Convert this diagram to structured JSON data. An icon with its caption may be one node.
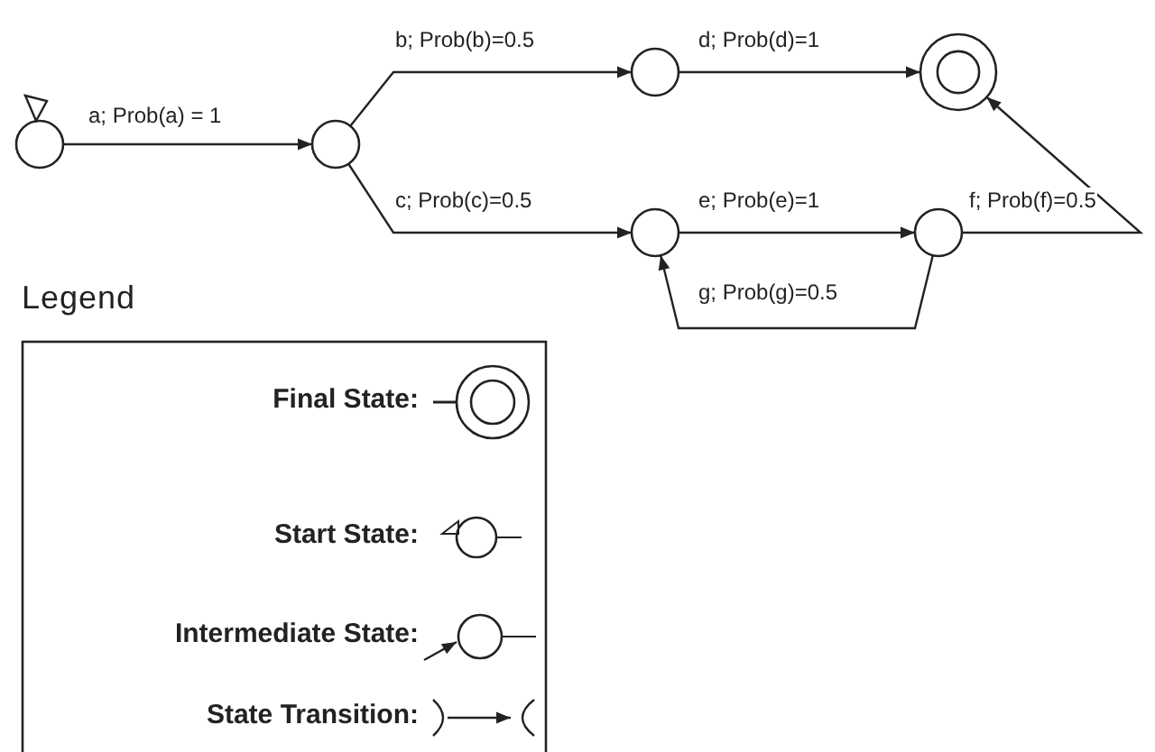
{
  "diagram": {
    "nodes": [
      {
        "text": [],
        "shape": "circle"
      },
      {
        "text": [],
        "shape": "circle"
      },
      {
        "text": [],
        "shape": "circle"
      },
      {
        "text": [],
        "shape": "circle"
      },
      {
        "text": [],
        "shape": "circle"
      },
      {
        "text": [],
        "shape": "circle"
      }
    ],
    "edges": [
      {
        "from": 0,
        "to": 1,
        "arrow": "to",
        "label": "a; Prob(a) = 1"
      },
      {
        "from": 1,
        "to": 2,
        "arrow": "to",
        "label": "b; Prob(b)=0.5"
      },
      {
        "from": 1,
        "to": 3,
        "arrow": "to",
        "label": "c; Prob(c)=0.5"
      },
      {
        "from": 2,
        "to": 4,
        "arrow": "to",
        "label": "d; Prob(d)=1"
      },
      {
        "from": 3,
        "to": 5,
        "arrow": "to",
        "label": "e; Prob(e)=1"
      },
      {
        "from": 5,
        "to": 4,
        "arrow": "to",
        "label": "f; Prob(f)=0.5"
      },
      {
        "from": 5,
        "to": 3,
        "arrow": "to",
        "label": "g; Prob(g)=0.5"
      }
    ],
    "labels": [
      "Legend"
    ],
    "legend": [
      {
        "text": "Final State:"
      },
      {
        "text": "Start State:"
      },
      {
        "text": "Intermediate State:"
      },
      {
        "text": "State Transition:"
      }
    ]
  }
}
